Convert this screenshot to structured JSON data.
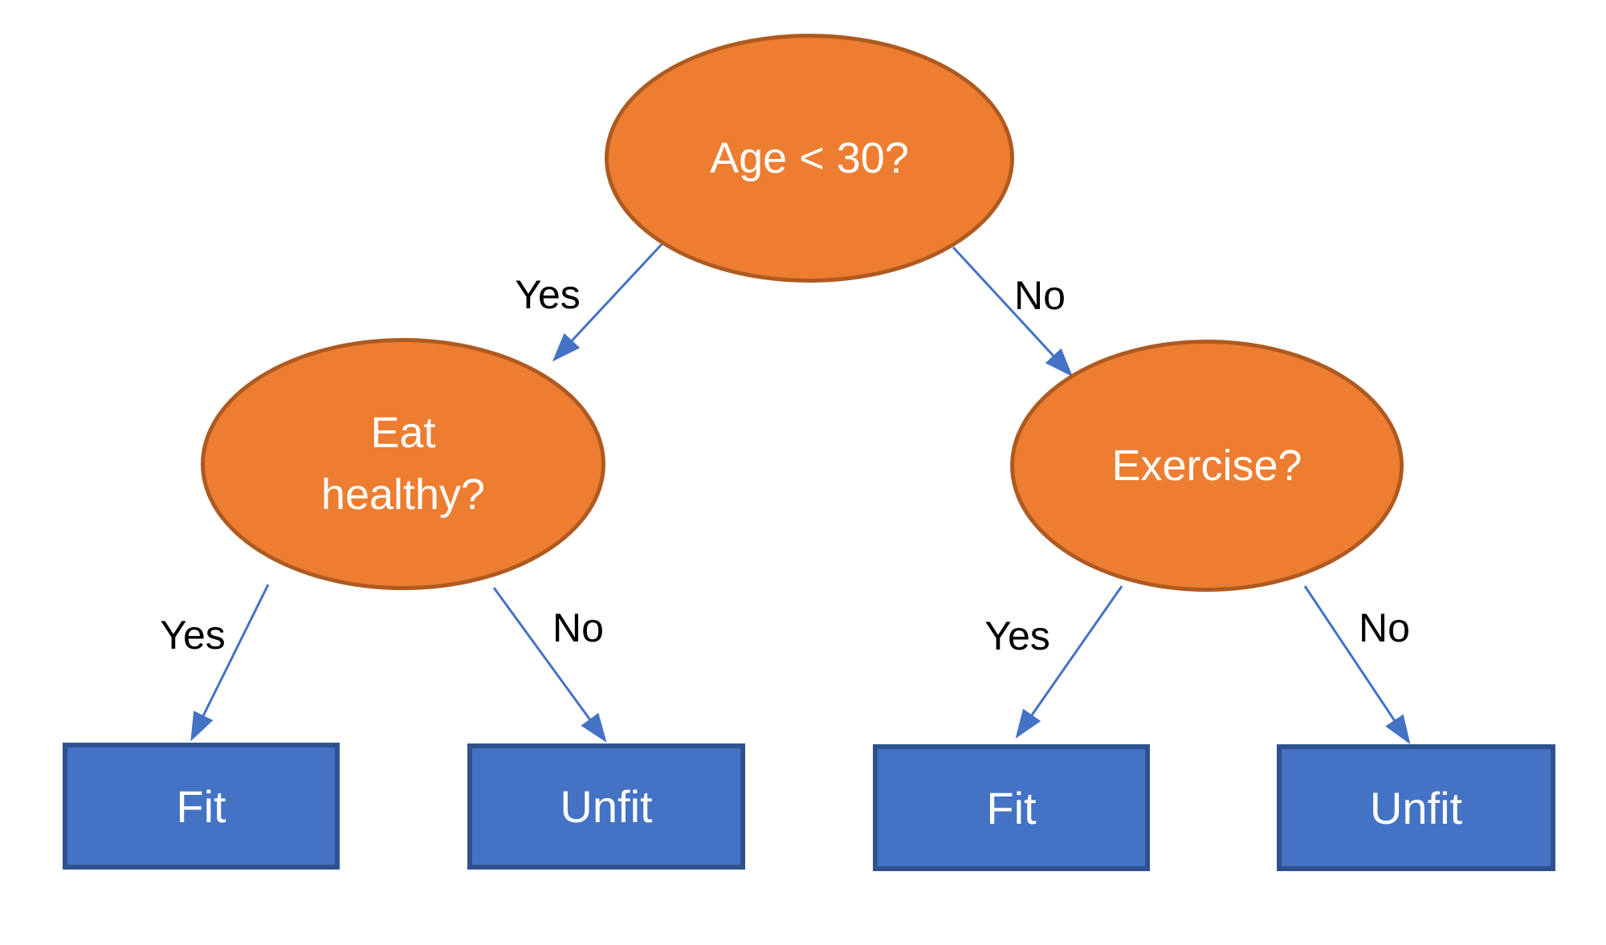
{
  "diagram": {
    "type": "decision-tree",
    "colors": {
      "decision_node_fill": "#ED7D31",
      "decision_node_border": "#AE5A21",
      "decision_node_text": "#FFFFFF",
      "leaf_node_fill": "#4472C4",
      "leaf_node_border": "#2F528F",
      "leaf_node_text": "#FFFFFF",
      "arrow": "#4472C4",
      "edge_label_text": "#000000",
      "background": "#FFFFFF"
    },
    "nodes": {
      "root": {
        "label": "Age < 30?",
        "shape": "ellipse"
      },
      "eat": {
        "label": "Eat healthy?",
        "shape": "ellipse"
      },
      "exercise": {
        "label": "Exercise?",
        "shape": "ellipse"
      },
      "fit1": {
        "label": "Fit",
        "shape": "rect"
      },
      "unfit1": {
        "label": "Unfit",
        "shape": "rect"
      },
      "fit2": {
        "label": "Fit",
        "shape": "rect"
      },
      "unfit2": {
        "label": "Unfit",
        "shape": "rect"
      }
    },
    "edges": [
      {
        "from": "root",
        "to": "eat",
        "label": "Yes"
      },
      {
        "from": "root",
        "to": "exercise",
        "label": "No"
      },
      {
        "from": "eat",
        "to": "fit1",
        "label": "Yes"
      },
      {
        "from": "eat",
        "to": "unfit1",
        "label": "No"
      },
      {
        "from": "exercise",
        "to": "fit2",
        "label": "Yes"
      },
      {
        "from": "exercise",
        "to": "unfit2",
        "label": "No"
      }
    ]
  }
}
